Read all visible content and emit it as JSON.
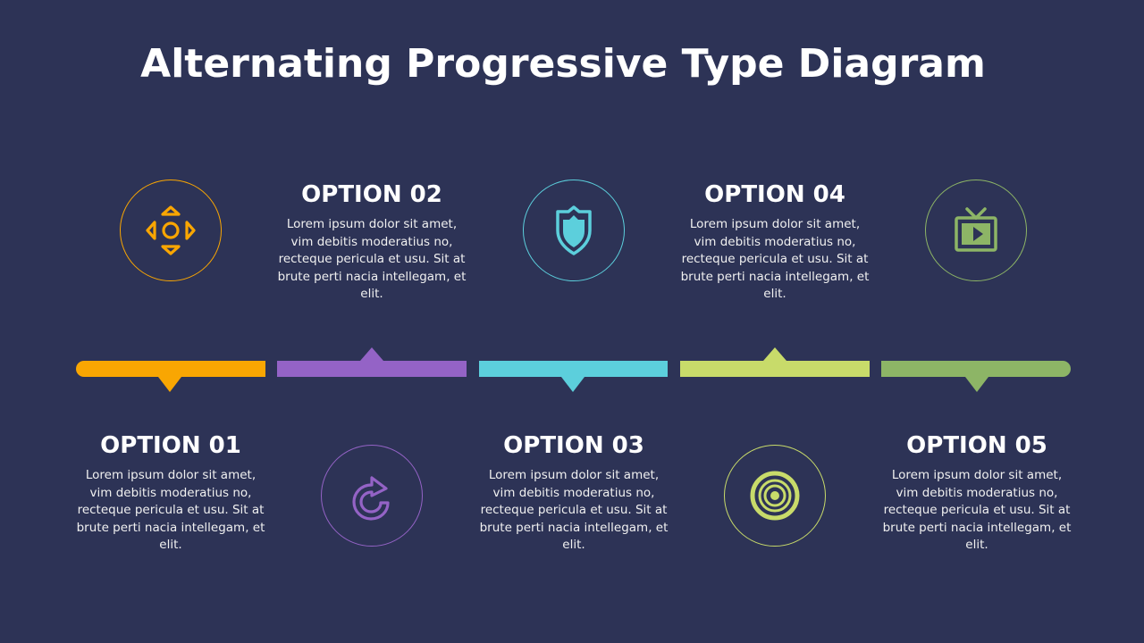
{
  "title": "Alternating Progressive Type Diagram",
  "colors": {
    "background": "#2d3356",
    "option1": "#f9a602",
    "option2": "#9463c6",
    "option3": "#5ccfdc",
    "option4": "#c8db6a",
    "option5": "#8db566"
  },
  "options": [
    {
      "label": "OPTION 01",
      "text": "Lorem ipsum dolor sit amet, vim debitis moderatius no, recteque pericula et usu. Sit at brute perti nacia intellegam, et elit.",
      "icon": "gamepad-arrows-icon",
      "position": "text-below, icon-above"
    },
    {
      "label": "OPTION 02",
      "text": "Lorem ipsum dolor sit amet, vim debitis moderatius no, recteque pericula et usu. Sit at brute perti nacia intellegam, et elit.",
      "icon": "redo-arrow-icon",
      "position": "text-above, icon-below"
    },
    {
      "label": "OPTION 03",
      "text": "Lorem ipsum dolor sit amet, vim debitis moderatius no, recteque pericula et usu. Sit at brute perti nacia intellegam, et elit.",
      "icon": "shield-icon",
      "position": "text-below, icon-above"
    },
    {
      "label": "OPTION 04",
      "text": "Lorem ipsum dolor sit amet, vim debitis moderatius no, recteque pericula et usu. Sit at brute perti nacia intellegam, et elit.",
      "icon": "target-icon",
      "position": "text-above, icon-below"
    },
    {
      "label": "OPTION 05",
      "text": "Lorem ipsum dolor sit amet, vim debitis moderatius no, recteque pericula et usu. Sit at brute perti nacia intellegam, et elit.",
      "icon": "tv-play-icon",
      "position": "text-below, icon-above"
    }
  ]
}
